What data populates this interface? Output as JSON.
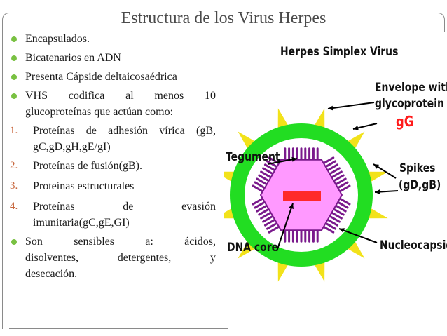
{
  "slide": {
    "title": "Estructura de los Virus Herpes",
    "bullets": [
      {
        "type": "bullet",
        "text": "Encapsulados."
      },
      {
        "type": "bullet",
        "text": "Bicatenarios en ADN"
      },
      {
        "type": "bullet",
        "text": "Presenta Cápside deltaicosaédrica"
      },
      {
        "type": "bullet",
        "line1": "VHS codifica al menos 10",
        "line2": "glucoproteínas que actúan como:"
      },
      {
        "type": "number",
        "num": "1.",
        "line1": "Proteínas de adhesión vírica (gB,",
        "line2": "gC,gD,gH,gE/gI)"
      },
      {
        "type": "number",
        "num": "2.",
        "text": "Proteínas de fusión(gB)."
      },
      {
        "type": "number",
        "num": "3.",
        "text": "Proteínas estructurales"
      },
      {
        "type": "number",
        "num": "4.",
        "line1": "Proteínas de evasión",
        "line2": "imunitaria(gC,gE,GI)"
      },
      {
        "type": "bullet",
        "line1": "Son sensibles a: ácidos,",
        "line2": "disolventes, detergentes, y",
        "line3": "desecación."
      }
    ]
  },
  "diagram": {
    "title": "Herpes Simplex Virus",
    "labels": {
      "envelope_line1": "Envelope with",
      "envelope_line2": "glycoprotein",
      "gg": "gG",
      "tegument": "Tegument",
      "spikes_line1": "Spikes",
      "spikes_line2": "(gD,gB)",
      "nucleocapsid": "Nucleocapsid",
      "dna_core": "DNA core"
    },
    "colors": {
      "envelope_green": "#22dd22",
      "spike_yellow": "#f2e21a",
      "tegument_white": "#ffffff",
      "capsid_pink": "#ff99ff",
      "capsid_purple": "#7a1a8c",
      "core_red": "#ff2a2a",
      "gg_red": "#ff1a1a"
    }
  }
}
